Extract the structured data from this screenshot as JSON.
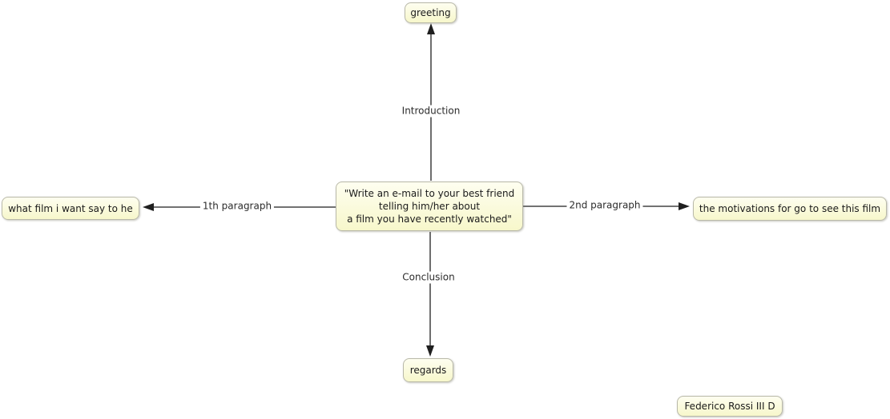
{
  "diagram": {
    "nodes": {
      "greeting": {
        "label": "greeting"
      },
      "center": {
        "label": "\"Write an e-mail to your best friend\ntelling him/her about\na film you have recently watched\""
      },
      "first_topic": {
        "label": "what film i want say to he"
      },
      "second_topic": {
        "label": "the motivations for go to see this film"
      },
      "regards": {
        "label": "regards"
      },
      "author": {
        "label": "Federico Rossi III D"
      }
    },
    "links": {
      "introduction": {
        "label": "Introduction"
      },
      "first_paragraph": {
        "label": "1th paragraph"
      },
      "second_paragraph": {
        "label": "2nd paragraph"
      },
      "conclusion": {
        "label": "Conclusion"
      }
    },
    "colors": {
      "canvas_background": "#FFFFFF",
      "node_fill_top": "#FEFEF0",
      "node_fill_bottom": "#F7F7CB",
      "node_border": "#B9B9A9",
      "node_text": "#1A1A1A",
      "arrow": "#1F1F1F",
      "label_text": "#2B2B2B"
    }
  }
}
